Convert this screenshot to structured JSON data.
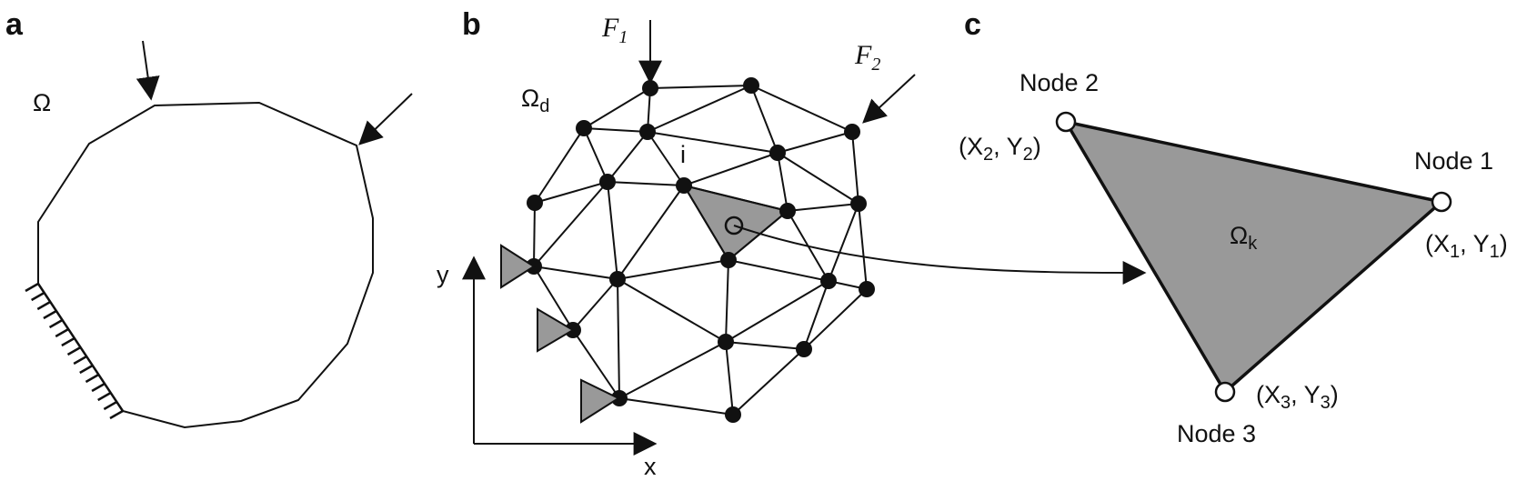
{
  "panels": {
    "a": {
      "letter": "a",
      "domain_label": "Ω"
    },
    "b": {
      "letter": "b",
      "domain_label": "Ω",
      "domain_sub": "d",
      "force1": "F",
      "force1_sub": "1",
      "force2": "F",
      "force2_sub": "2",
      "node_label": "i",
      "axis_x": "x",
      "axis_y": "y"
    },
    "c": {
      "letter": "c",
      "element_label": "Ω",
      "element_sub": "k",
      "node1": {
        "name": "Node 1",
        "coord_x": "X",
        "coord_x_sub": "1",
        "coord_y": "Y",
        "coord_y_sub": "1"
      },
      "node2": {
        "name": "Node 2",
        "coord_x": "X",
        "coord_x_sub": "2",
        "coord_y": "Y",
        "coord_y_sub": "2"
      },
      "node3": {
        "name": "Node 3",
        "coord_x": "X",
        "coord_x_sub": "3",
        "coord_y": "Y",
        "coord_y_sub": "3"
      }
    }
  },
  "colors": {
    "line": "#111111",
    "element_fill": "#999999",
    "node_fill": "#111111",
    "open_node_fill": "#ffffff"
  }
}
